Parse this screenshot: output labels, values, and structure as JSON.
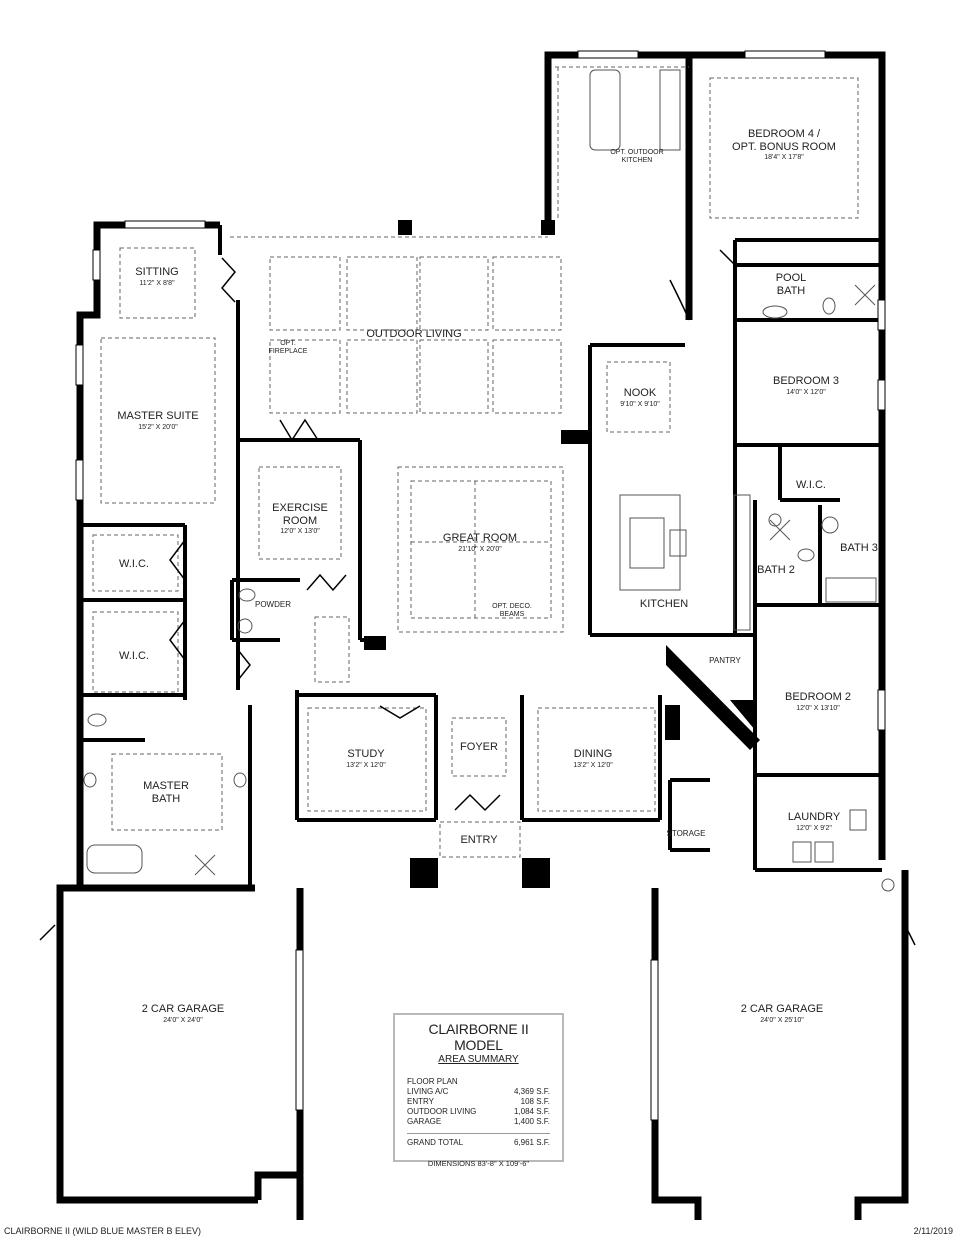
{
  "plan": {
    "model_name": "CLAIRBORNE II MODEL",
    "footer_title": "CLAIRBORNE II (WILD BLUE MASTER B ELEV)",
    "footer_date": "2/11/2019"
  },
  "rooms": {
    "bedroom4": {
      "name_line1": "BEDROOM 4 /",
      "name_line2": "OPT. BONUS ROOM",
      "dim": "18'4\" X 17'8\""
    },
    "outdoor_kitchen": {
      "name_line1": "OPT. OUTDOOR",
      "name_line2": "KITCHEN"
    },
    "sitting": {
      "name": "SITTING",
      "dim": "11'2\" X 8'8\""
    },
    "outdoor_living": {
      "name": "OUTDOOR LIVING"
    },
    "fireplace": {
      "name_line1": "OPT.",
      "name_line2": "FIREPLACE"
    },
    "pool_bath": {
      "name_line1": "POOL",
      "name_line2": "BATH"
    },
    "master_suite": {
      "name": "MASTER SUITE",
      "dim": "15'2\" X 20'0\""
    },
    "nook": {
      "name": "NOOK",
      "dim": "9'10\" X 9'10\""
    },
    "bedroom3": {
      "name": "BEDROOM 3",
      "dim": "14'0\" X 12'0\""
    },
    "exercise_room": {
      "name_line1": "EXERCISE",
      "name_line2": "ROOM",
      "dim": "12'0\" X 13'0\""
    },
    "great_room": {
      "name": "GREAT ROOM",
      "dim": "21'10\" X 20'0\"",
      "beams_line1": "OPT. DECO.",
      "beams_line2": "BEAMS"
    },
    "wic_b3": {
      "name": "W.I.C."
    },
    "bath3": {
      "name": "BATH 3"
    },
    "bath2": {
      "name": "BATH 2"
    },
    "kitchen": {
      "name": "KITCHEN"
    },
    "wic1": {
      "name": "W.I.C."
    },
    "wic2": {
      "name": "W.I.C."
    },
    "powder": {
      "name": "POWDER"
    },
    "pantry": {
      "name": "PANTRY"
    },
    "bedroom2": {
      "name": "BEDROOM 2",
      "dim": "12'0\" X 13'10\""
    },
    "master_bath": {
      "name_line1": "MASTER",
      "name_line2": "BATH"
    },
    "study": {
      "name": "STUDY",
      "dim": "13'2\" X 12'0\""
    },
    "foyer": {
      "name": "FOYER"
    },
    "dining": {
      "name": "DINING",
      "dim": "13'2\" X 12'0\""
    },
    "entry": {
      "name": "ENTRY"
    },
    "storage": {
      "name": "STORAGE"
    },
    "laundry": {
      "name": "LAUNDRY",
      "dim": "12'0\" X 9'2\""
    },
    "garage_left": {
      "name": "2 CAR GARAGE",
      "dim": "24'0\" X 24'0\""
    },
    "garage_right": {
      "name": "2 CAR GARAGE",
      "dim": "24'0\" X 25'10\""
    }
  },
  "area_summary": {
    "title": "CLAIRBORNE II MODEL",
    "subtitle": "AREA SUMMARY",
    "section_label": "FLOOR PLAN",
    "rows": [
      {
        "label": "LIVING A/C",
        "value": "4,369 S.F."
      },
      {
        "label": "ENTRY",
        "value": "108 S.F."
      },
      {
        "label": "OUTDOOR LIVING",
        "value": "1,084 S.F."
      },
      {
        "label": "GARAGE",
        "value": "1,400 S.F."
      }
    ],
    "total_label": "GRAND TOTAL",
    "total_value": "6,961 S.F.",
    "dimensions": "DIMENSIONS 83'-8\" X 109'-6\""
  },
  "colors": {
    "wall": "#000000",
    "dashed": "#666666",
    "window": "#ffffff",
    "summary_border": "#b9b9b9"
  }
}
